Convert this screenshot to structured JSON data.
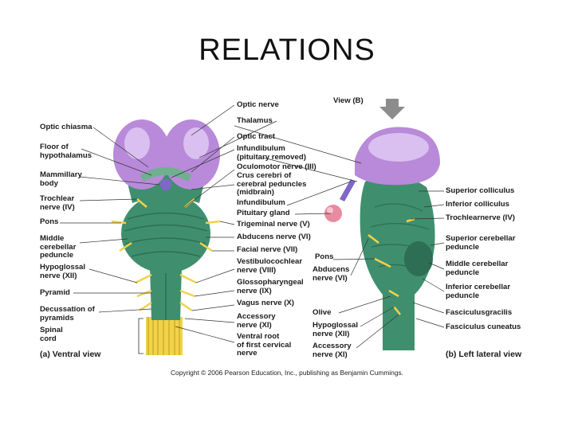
{
  "slide": {
    "title": "RELATIONS"
  },
  "figure": {
    "view_b_tag": "View (B)",
    "ventral_caption": "(a)  Ventral view",
    "lateral_caption": "(b)  Left lateral view",
    "copyright": "Copyright © 2006 Pearson Education, Inc., publishing as Benjamin Cummings.",
    "left_labels": {
      "optic_chiasma": "Optic chiasma",
      "floor_hypothalamus": "Floor of\nhypothalamus",
      "mammillary_body": "Mammillary\nbody",
      "trochlear_nerve": "Trochlear\nnerve (IV)",
      "pons": "Pons",
      "middle_peduncle": "Middle\ncerebellar\npeduncle",
      "hypoglossal_nerve": "Hypoglossal\nnerve (XII)",
      "pyramid": "Pyramid",
      "decussation": "Decussation of\npyramids",
      "spinal_cord": "Spinal\ncord"
    },
    "center_labels": {
      "optic_nerve": "Optic nerve",
      "thalamus": "Thalamus",
      "optic_tract": "Optic tract",
      "infundibulum_top": "Infundibulum\n(pituitary removed)",
      "oculomotor": "Oculomotor nerve (III)",
      "crus_cerebri": "Crus cerebri of\ncerebral peduncles\n(midbrain)",
      "infundibulum": "Infundibulum",
      "pituitary": "Pituitary gland",
      "trigeminal": "Trigeminal nerve (V)",
      "abducens_center": "Abducens nerve (VI)",
      "facial": "Facial nerve (VII)",
      "vestibulocochlear": "Vestibulocochlear\nnerve (VIII)",
      "glossopharyngeal": "Glossopharyngeal\nnerve (IX)",
      "vagus": "Vagus nerve (X)",
      "accessory_center": "Accessory\nnerve (XI)",
      "ventral_root": "Ventral root\nof first cervical\nnerve"
    },
    "right_inner_labels": {
      "pons": "Pons",
      "abducens": "Abducens\nnerve (VI)",
      "olive": "Olive",
      "hypoglossal": "Hypoglossal\nnerve (XII)",
      "accessory": "Accessory\nnerve (XI)"
    },
    "right_labels": {
      "superior_colliculus": "Superior colliculus",
      "inferior_colliculus": "Inferior colliculus",
      "trochlear": "Trochlearnerve (IV)",
      "sup_peduncle": "Superior cerebellar\npeduncle",
      "mid_peduncle": "Middle cerebellar\npeduncle",
      "inf_peduncle": "Inferior cerebellar\npeduncle",
      "gracilis": "Fasciculusgracilis",
      "cuneatus": "Fasciculus cuneatus"
    },
    "colors": {
      "brainstem_green": "#3f8f6e",
      "brainstem_dark": "#2e6e54",
      "thalamus_purple": "#b88ad9",
      "thalamus_light": "#d9c0f0",
      "nerve_yellow": "#f2d24a",
      "pituitary_pink": "#e98aa0",
      "arrow_gray": "#8c8c8c",
      "leader_line": "#333333"
    }
  }
}
